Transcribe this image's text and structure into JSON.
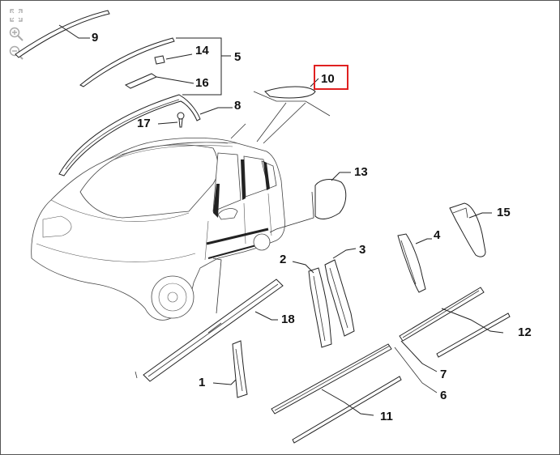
{
  "toolbar": {
    "fit_icon": "fit-to-screen-icon",
    "zoom_in_icon": "zoom-in-icon",
    "zoom_out_icon": "zoom-out-icon"
  },
  "callouts": {
    "c1": "1",
    "c2": "2",
    "c3": "3",
    "c4": "4",
    "c5": "5",
    "c6": "6",
    "c7": "7",
    "c8": "8",
    "c9": "9",
    "c10": "10",
    "c11": "11",
    "c12": "12",
    "c13": "13",
    "c14": "14",
    "c15": "15",
    "c16": "16",
    "c17": "17",
    "c18": "18"
  },
  "highlight": {
    "callout": "10",
    "color": "#e02020"
  }
}
